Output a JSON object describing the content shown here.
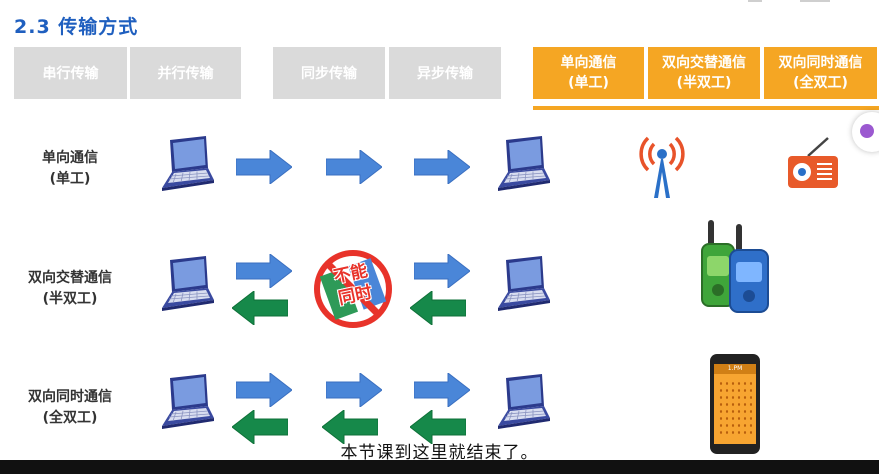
{
  "title": "2.3 传输方式",
  "gray_tabs": [
    "串行传输",
    "并行传输",
    "同步传输",
    "异步传输"
  ],
  "orange_tabs": [
    {
      "line1": "单向通信",
      "line2": "(单工)"
    },
    {
      "line1": "双向交替通信",
      "line2": "(半双工)"
    },
    {
      "line1": "双向同时通信",
      "line2": "(全双工)"
    }
  ],
  "rows": [
    {
      "line1": "单向通信",
      "line2": "(单工)"
    },
    {
      "line1": "双向交替通信",
      "line2": "(半双工)"
    },
    {
      "line1": "双向同时通信",
      "line2": "(全双工)"
    }
  ],
  "no_sign": {
    "line1": "不能",
    "line2": "同时"
  },
  "phone": {
    "top_bar": "1.PM"
  },
  "subtitle": "本节课到这里就结束了。",
  "colors": {
    "title": "#1f5fbf",
    "orange": "#f5a623",
    "gray": "#dadada",
    "blue_arrow": "#4a86d8",
    "green_arrow": "#16894a",
    "red": "#e8332a"
  },
  "icons": [
    "laptop-icon",
    "blue-arrow-icon",
    "green-arrow-icon",
    "no-simultaneous-sign-icon",
    "antenna-icon",
    "radio-icon",
    "walkie-talkie-icon",
    "smartphone-icon"
  ]
}
